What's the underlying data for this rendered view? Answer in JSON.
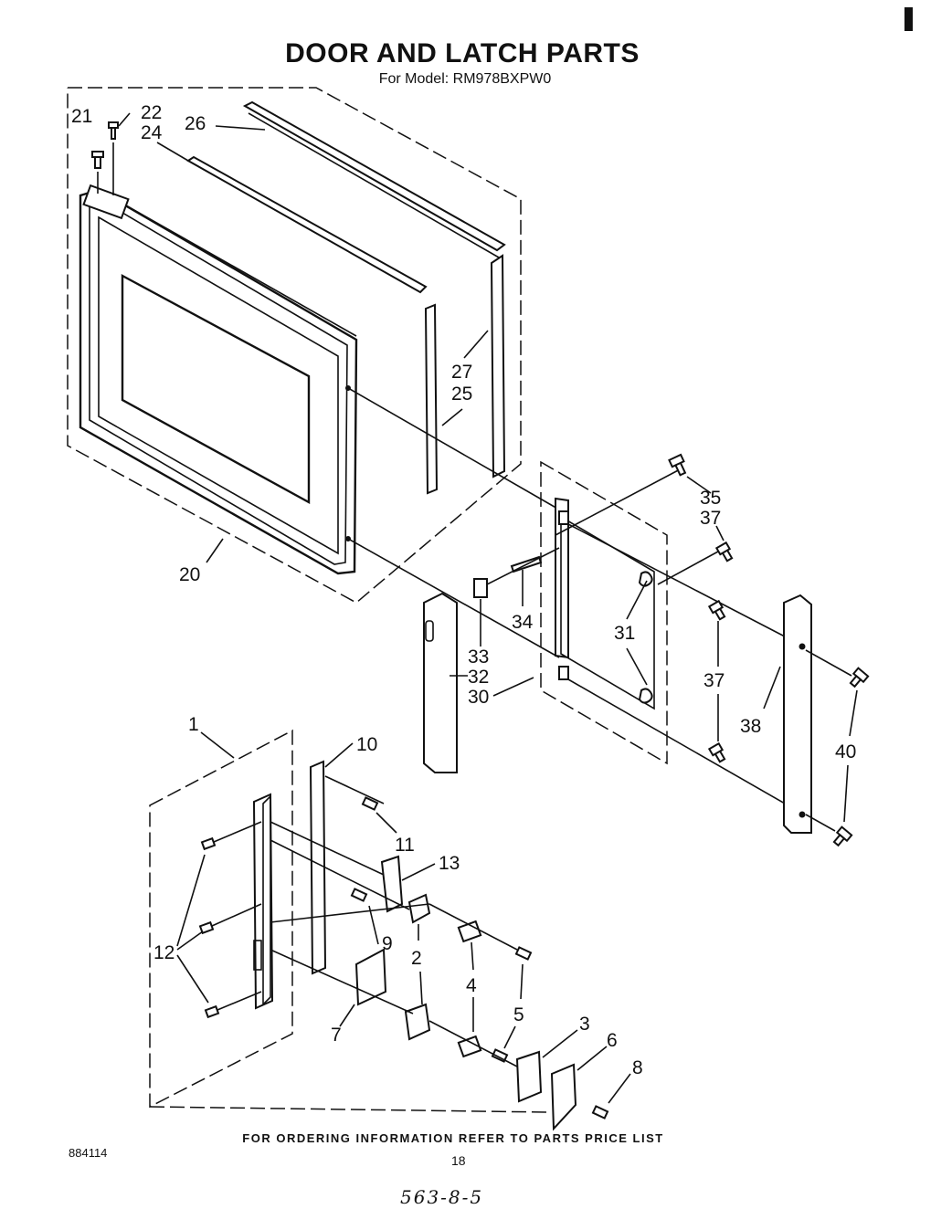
{
  "header": {
    "title": "DOOR AND LATCH PARTS",
    "subtitle": "For Model: RM978BXPW0"
  },
  "footer": {
    "ordering_info": "FOR ORDERING INFORMATION REFER TO PARTS PRICE LIST",
    "code": "884114",
    "page_number": "18",
    "handwritten_note": "563-8-5"
  },
  "callouts": {
    "c21": "21",
    "c22": "22",
    "c24": "24",
    "c26": "26",
    "c27": "27",
    "c25": "25",
    "c20": "20",
    "c35": "35",
    "c37a": "37",
    "c34": "34",
    "c31": "31",
    "c33": "33",
    "c32": "32",
    "c30": "30",
    "c37b": "37",
    "c38": "38",
    "c40": "40",
    "c1": "1",
    "c10": "10",
    "c11": "11",
    "c13": "13",
    "c12": "12",
    "c9": "9",
    "c2": "2",
    "c4": "4",
    "c5": "5",
    "c7": "7",
    "c3": "3",
    "c6": "6",
    "c8": "8"
  }
}
